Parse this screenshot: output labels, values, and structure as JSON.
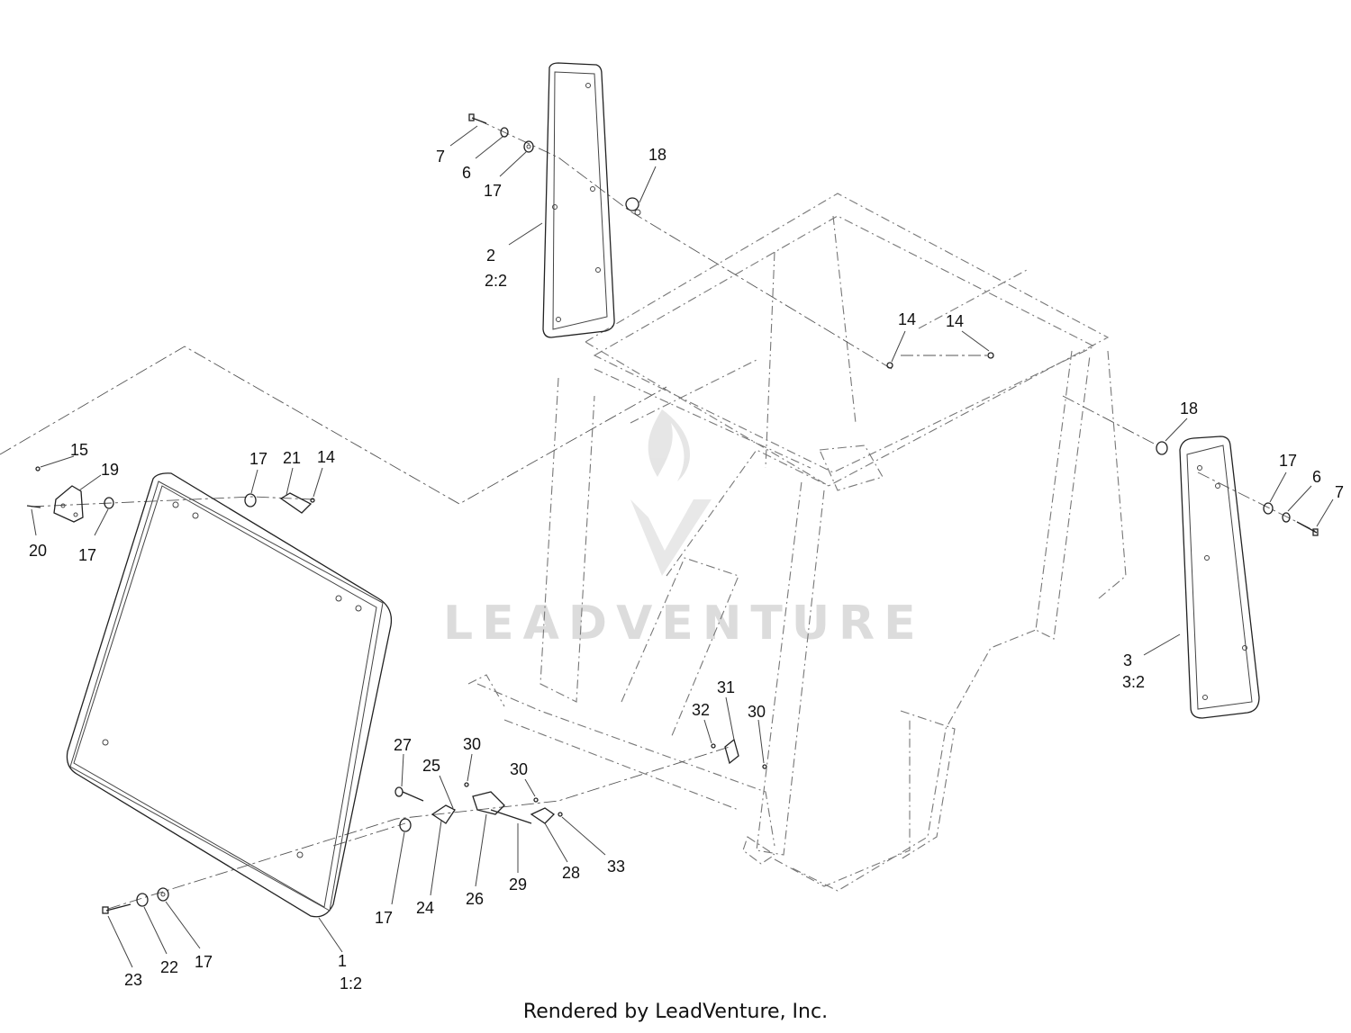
{
  "watermark": "LEADVENTURE",
  "footer_text": "Rendered by LeadVenture, Inc.",
  "callouts": {
    "c7a": "7",
    "c6a": "6",
    "c17a": "17",
    "c18a": "18",
    "c2": "2",
    "c2q": "2:2",
    "c14a": "14",
    "c14b": "14",
    "c18b": "18",
    "c17b": "17",
    "c6b": "6",
    "c7b": "7",
    "c3": "3",
    "c3q": "3:2",
    "c15": "15",
    "c19": "19",
    "c20": "20",
    "c17c": "17",
    "c17d": "17",
    "c21": "21",
    "c14c": "14",
    "c31": "31",
    "c32": "32",
    "c30a": "30",
    "c27": "27",
    "c25": "25",
    "c30b": "30",
    "c30c": "30",
    "c17e": "17",
    "c24": "24",
    "c26": "26",
    "c29": "29",
    "c28": "28",
    "c33": "33",
    "c23": "23",
    "c22": "22",
    "c17f": "17",
    "c1": "1",
    "c1q": "1:2"
  }
}
